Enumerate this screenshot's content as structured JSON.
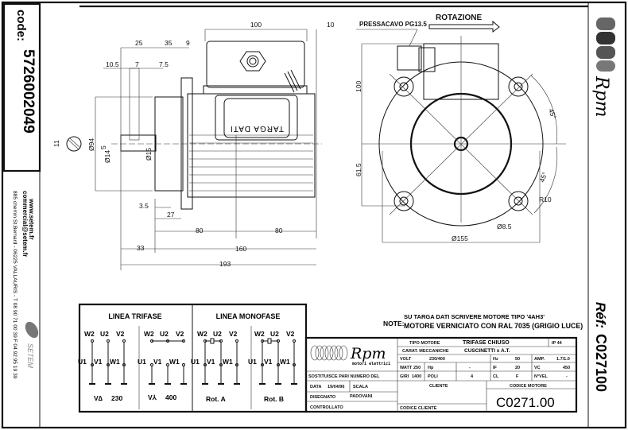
{
  "code_box": {
    "label": "code:",
    "value": "5726002049"
  },
  "company": {
    "website": "www.setem.fr",
    "email": "commercial@setem.fr",
    "address": "885 chemin St.Bernard  -  06225 VALLAURIS  -  T 08 90 71 00 39  F 04 92 95 19 39",
    "logo_text": "SETEM"
  },
  "side_view": {
    "dims": {
      "d100": "100",
      "d10": "10",
      "d25": "25",
      "d35": "35",
      "d9": "9",
      "d10_5": "10.5",
      "d7": "7",
      "d7_5": "7.5",
      "d11": "11",
      "dia94": "Ø94",
      "dia14": "Ø14",
      "d5": "5",
      "dia15": "Ø15",
      "d3_5": "3.5",
      "d27": "27",
      "d80a": "80",
      "d80b": "80",
      "d33": "33",
      "d160": "160",
      "d193": "193"
    },
    "nameplate": "TARGA DATI"
  },
  "front_view": {
    "cable_gland": "PRESSACAVO PG13.5",
    "rotation": "ROTAZIONE",
    "dims": {
      "h100": "100",
      "h61_5": "61.5",
      "a45a": "45°",
      "a45b": "45°",
      "r10": "R10",
      "dia8_5": "Ø8.5",
      "dia155": "Ø155"
    }
  },
  "brand": {
    "name": "Rpm",
    "subtitle": "motori elettrici"
  },
  "ref": {
    "label": "Réf:",
    "value": "C027100"
  },
  "note": {
    "label": "NOTE:",
    "line1": "SU TARGA DATI SCRIVERE MOTORE TIPO '4AH3'",
    "line2": "MOTORE VERNICIATO CON RAL 7035 (GRIGIO LUCE)"
  },
  "wiring": {
    "trifase_title": "LINEA TRIFASE",
    "monofase_title": "LINEA MONOFASE",
    "top_terms": [
      "W2",
      "U2",
      "V2"
    ],
    "bottom_terms": [
      "U1",
      "V1",
      "W1"
    ],
    "delta_label": "V∆",
    "delta_value": "230",
    "star_label": "V⅄",
    "star_value": "400",
    "rot_a": "Rot. A",
    "rot_b": "Rot. B"
  },
  "title_block": {
    "tipo_motore_label": "TIPO MOTORE",
    "tipo_motore": "TRIFASE CHIUSO",
    "ip": "IP 44",
    "carat_label": "CARAT. MECCANICHE",
    "carat": "CUSCINETTI x A.T.",
    "volt_label": "VOLT",
    "volt": "230/400",
    "hz_label": "Hz",
    "hz": "50",
    "amp_label": "AMP.",
    "amp": "1.7/1.0",
    "watt_label": "WATT",
    "watt": "250",
    "hp_label": "Hp",
    "hp": "-",
    "if_label": "IF",
    "if": "20",
    "vc_label": "VC",
    "vc": "450",
    "giri_label": "GIRI",
    "giri": "1400",
    "poli_label": "POLI",
    "poli": "4",
    "cl_label": "CL",
    "cl": "F",
    "vel_label": "N°VEL",
    "vel": "-",
    "sostituisce_label": "SOSTITUISCE PARI NUMERO DEL",
    "data_label": "DATA",
    "data": "19/04/96",
    "scala_label": "SCALA",
    "disegnato_label": "DISEGNATO",
    "disegnato": "PADOVANI",
    "controllato_label": "CONTROLLATO",
    "cliente_label": "CLIENTE",
    "codice_cliente_label": "CODICE CLIENTE",
    "codice_motore_label": "CODICE MOTORE",
    "codice_motore": "C0271.00"
  }
}
